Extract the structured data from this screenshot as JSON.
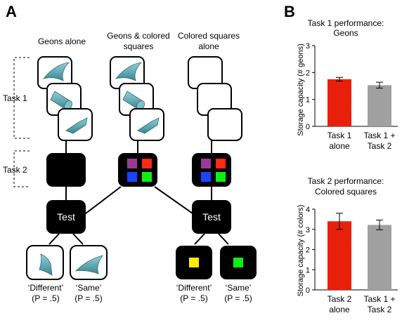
{
  "panel_a": {
    "label": "A",
    "col1_title": "Geons alone",
    "col2_title_l1": "Geons & colored",
    "col2_title_l2": "squares",
    "col3_title_l1": "Colored squares",
    "col3_title_l2": "alone",
    "task1_label": "Task 1",
    "task2_label": "Task 2",
    "test_label": "Test",
    "left_different": "‘Different’",
    "left_different_p": "(P = .5)",
    "left_same": "‘Same’",
    "left_same_p": "(P = .5)",
    "right_different": "‘Different’",
    "right_different_p": "(P = .5)",
    "right_same": "‘Same’",
    "right_same_p": "(P = .5)",
    "colors": {
      "purple": "#9b3a96",
      "red": "#ff2a10",
      "blue": "#1a44ff",
      "green": "#10ee10",
      "yellow": "#ffee00",
      "geon": "#5aa8b4"
    }
  },
  "panel_b": {
    "label": "B"
  },
  "chart_data": [
    {
      "type": "bar",
      "title_l1": "Task 1 performance:",
      "title_l2": "Geons",
      "ylabel": "Storage capacity (# geons)",
      "ylim": [
        0,
        3
      ],
      "yticks": [
        "0",
        "1",
        "2",
        "3"
      ],
      "grid": false,
      "categories": [
        [
          "Task 1",
          "alone"
        ],
        [
          "Task 1 +",
          "Task 2"
        ]
      ],
      "values": [
        1.75,
        1.53
      ],
      "errors": [
        0.07,
        0.11
      ],
      "colors": [
        "#e8200a",
        "#a0a0a0"
      ]
    },
    {
      "type": "bar",
      "title_l1": "Task 2 performance:",
      "title_l2": "Colored squares",
      "ylabel": "Storage capacity (# colors)",
      "ylim": [
        0,
        4
      ],
      "yticks": [
        "0",
        "1",
        "2",
        "3",
        "4"
      ],
      "grid": false,
      "categories": [
        [
          "Task 2",
          "alone"
        ],
        [
          "Task 1 +",
          "Task 2"
        ]
      ],
      "values": [
        3.4,
        3.22
      ],
      "errors": [
        0.4,
        0.24
      ],
      "colors": [
        "#e8200a",
        "#a0a0a0"
      ]
    }
  ]
}
